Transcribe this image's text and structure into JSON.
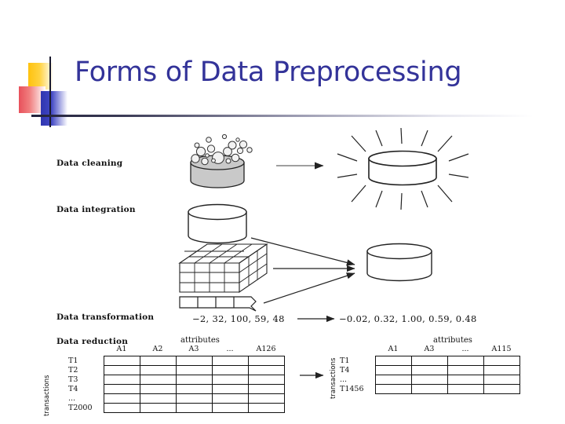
{
  "slide": {
    "title": "Forms of Data Preprocessing",
    "title_color": "#333399",
    "background": "#ffffff",
    "decoration": {
      "yellow": "#FFC20E",
      "red": "#E8505B",
      "blue": "#2F35B0",
      "rule_color": "#23233c"
    }
  },
  "figure": {
    "rows": [
      {
        "label": "Data cleaning"
      },
      {
        "label": "Data integration"
      },
      {
        "label": "Data transformation"
      },
      {
        "label": "Data reduction"
      }
    ],
    "transformation": {
      "before": "−2, 32, 100, 59, 48",
      "after": "−0.02, 0.32, 1.00, 0.59, 0.48"
    },
    "reduction": {
      "axis_attributes_label": "attributes",
      "axis_transactions_label": "transactions",
      "before_table": {
        "columns": [
          "A1",
          "A2",
          "A3",
          "...",
          "A126"
        ],
        "rows": [
          "T1",
          "T2",
          "T3",
          "T4",
          "...",
          "T2000"
        ]
      },
      "after_table": {
        "columns": [
          "A1",
          "A3",
          "...",
          "A115"
        ],
        "rows": [
          "T1",
          "T4",
          "...",
          "T1456"
        ]
      }
    },
    "icons": {
      "dirty_db": "dirty-database-cylinder-icon",
      "clean_db": "shiny-database-cylinder-icon",
      "source_db": "database-cylinder-icon",
      "data_cube": "data-cube-icon",
      "flat_file": "flat-file-strip-icon",
      "merged_db": "merged-database-cylinder-icon",
      "arrow": "right-arrow-icon"
    }
  }
}
